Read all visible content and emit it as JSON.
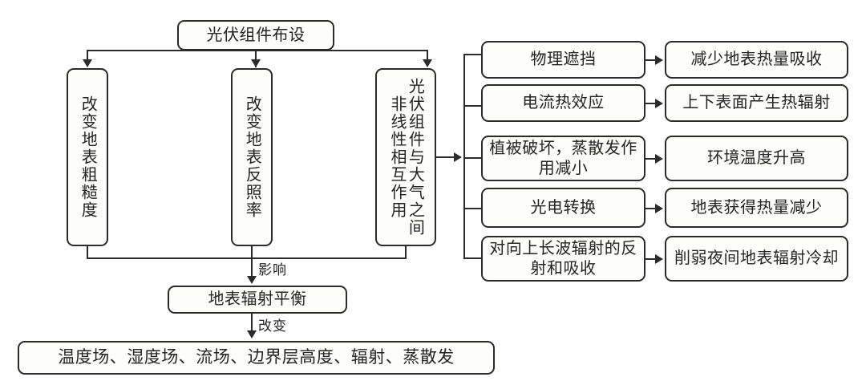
{
  "diagram": {
    "title_node": {
      "text": "光伏组件布设"
    },
    "branch_nodes": [
      {
        "text": "改变地表粗糙度"
      },
      {
        "text": "改变地表反照率"
      },
      {
        "text": "光伏组件与大气之间非线性相互作用"
      }
    ],
    "mechanism_nodes": [
      {
        "text": "物理遮挡"
      },
      {
        "text": "电流热效应"
      },
      {
        "text": "植被破坏，蒸散发作用减小"
      },
      {
        "text": "光电转换"
      },
      {
        "text": "对向上长波辐射的反射和吸收"
      }
    ],
    "effect_nodes": [
      {
        "text": "减少地表热量吸收"
      },
      {
        "text": "上下表面产生热辐射"
      },
      {
        "text": "环境温度升高"
      },
      {
        "text": "地表获得热量减少"
      },
      {
        "text": "削弱夜间地表辐射冷却"
      }
    ],
    "balance_node": {
      "text": "地表辐射平衡"
    },
    "outcome_node": {
      "text": "温度场、湿度场、流场、边界层高度、辐射、蒸散发"
    },
    "edge_labels": {
      "influence": "影响",
      "change": "改变"
    },
    "colors": {
      "stroke": "#2b2b2b",
      "fill": "#fdfdfc",
      "text": "#242424"
    }
  }
}
